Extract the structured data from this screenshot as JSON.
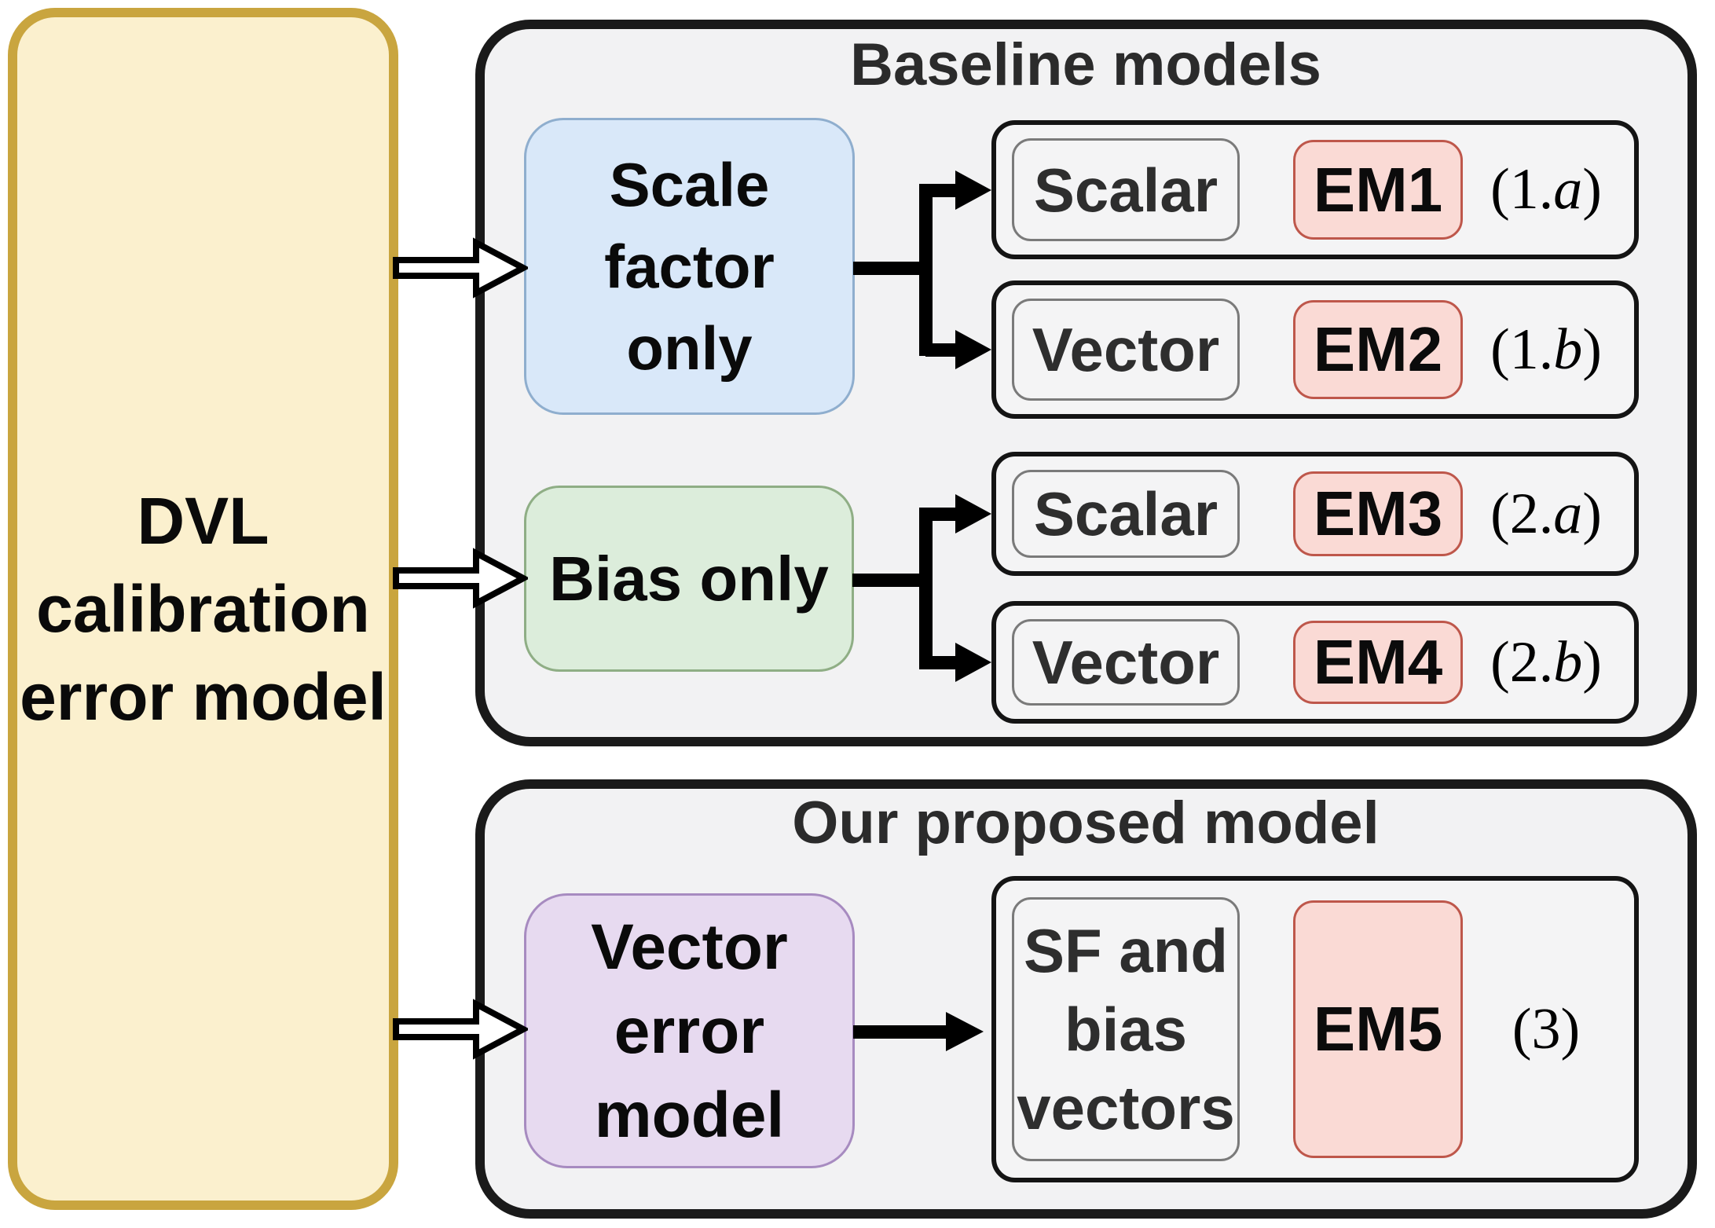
{
  "palette": {
    "source_fill": "#FBF0CE",
    "source_border": "#C9A53F",
    "container_fill": "#F2F2F3",
    "container_border": "#1A1A1A",
    "scale_factor_fill": "#D9E8F9",
    "scale_factor_border": "#8FAECE",
    "bias_fill": "#DCEDDB",
    "bias_border": "#8FAE85",
    "vector_fill": "#E7DAF0",
    "vector_border": "#A78BC0",
    "em_fill": "#FADAD5",
    "em_border": "#BE574B",
    "arrow_color": "#000000"
  },
  "source_box": {
    "lines": [
      "DVL",
      "calibration",
      "error model"
    ]
  },
  "baseline": {
    "title": "Baseline models",
    "scale_factor_box": {
      "lines": [
        "Scale",
        "factor",
        "only"
      ]
    },
    "bias_box": {
      "lines": [
        "Bias only"
      ]
    },
    "rows": [
      {
        "type": "Scalar",
        "em": "EM1",
        "eq_pre": "(1.",
        "eq_it": "a",
        "eq_post": ")"
      },
      {
        "type": "Vector",
        "em": "EM2",
        "eq_pre": "(1.",
        "eq_it": "b",
        "eq_post": ")"
      },
      {
        "type": "Scalar",
        "em": "EM3",
        "eq_pre": "(2.",
        "eq_it": "a",
        "eq_post": ")"
      },
      {
        "type": "Vector",
        "em": "EM4",
        "eq_pre": "(2.",
        "eq_it": "b",
        "eq_post": ")"
      }
    ]
  },
  "proposed": {
    "title": "Our proposed model",
    "vector_box": {
      "lines": [
        "Vector",
        "error",
        "model"
      ]
    },
    "row": {
      "type_lines": [
        "SF and",
        "bias",
        "vectors"
      ],
      "em": "EM5",
      "eq_pre": "(3)",
      "eq_it": "",
      "eq_post": ""
    }
  }
}
